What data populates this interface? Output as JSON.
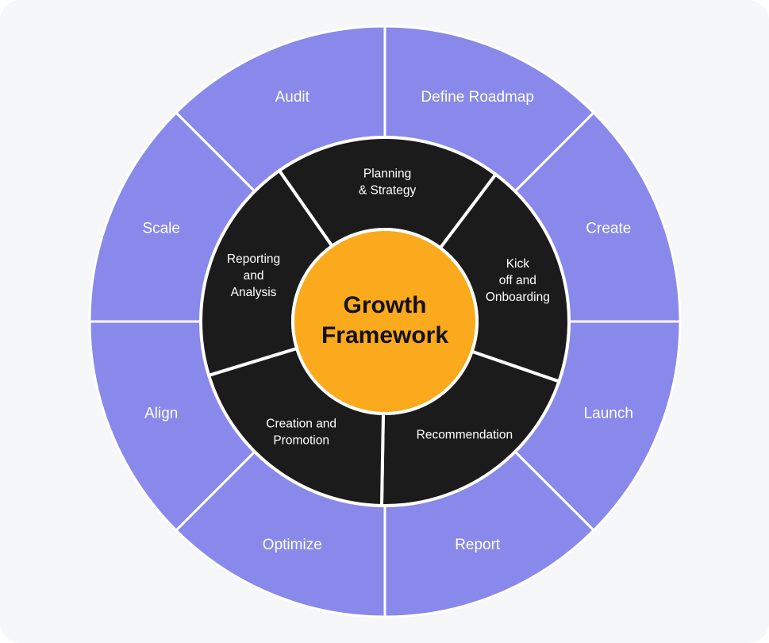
{
  "center": {
    "lines": [
      "Growth",
      "Framework"
    ]
  },
  "colors": {
    "background": "#f6f7f9",
    "outer_ring": "#8889ea",
    "inner_ring": "#1b1b1b",
    "center": "#fba91d",
    "label": "#ffffff"
  },
  "outer_segments": [
    {
      "label": "Define Roadmap"
    },
    {
      "label": "Create"
    },
    {
      "label": "Launch"
    },
    {
      "label": "Report"
    },
    {
      "label": "Optimize"
    },
    {
      "label": "Align"
    },
    {
      "label": "Scale"
    },
    {
      "label": "Audit"
    }
  ],
  "inner_segments": [
    {
      "lines": [
        "Planning",
        "& Strategy"
      ]
    },
    {
      "lines": [
        "Kick",
        "off and",
        "Onboarding"
      ]
    },
    {
      "lines": [
        "Recommendation"
      ]
    },
    {
      "lines": [
        "Creation and",
        "Promotion"
      ]
    },
    {
      "lines": [
        "Reporting",
        "and",
        "Analysis"
      ]
    }
  ]
}
